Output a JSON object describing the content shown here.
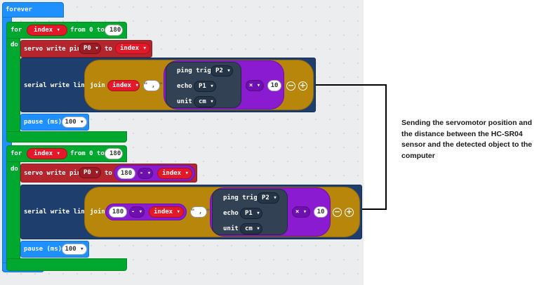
{
  "forever": {
    "label": "forever"
  },
  "loops": [
    {
      "for_label": "for",
      "var": "index",
      "from_label": "from 0 to",
      "to_value": "180",
      "do_label": "do",
      "servo": {
        "label": "servo write pin",
        "pin": "P0",
        "to_label": "to",
        "value_var": "index"
      },
      "serial": {
        "label": "serial write line",
        "join_label": "join",
        "first_var": "index",
        "separator": "\" , \"",
        "ping": {
          "trig_label": "ping trig",
          "trig_pin": "P2",
          "echo_label": "echo",
          "echo_pin": "P1",
          "unit_label": "unit",
          "unit_value": "cm"
        },
        "op": "×",
        "multiplier": "10",
        "minus": "−",
        "plus": "+"
      },
      "pause": {
        "label": "pause (ms)",
        "value": "100"
      }
    },
    {
      "for_label": "for",
      "var": "index",
      "from_label": "from 0 to",
      "to_value": "180",
      "do_label": "do",
      "servo": {
        "label": "servo write pin",
        "pin": "P0",
        "to_label": "to",
        "expr_left": "180",
        "expr_op": "-",
        "expr_var": "index"
      },
      "serial": {
        "label": "serial write line",
        "join_label": "join",
        "expr_left": "180",
        "expr_op": "-",
        "expr_var": "index",
        "separator": "\" , \"",
        "ping": {
          "trig_label": "ping trig",
          "trig_pin": "P2",
          "echo_label": "echo",
          "echo_pin": "P1",
          "unit_label": "unit",
          "unit_value": "cm"
        },
        "op": "×",
        "multiplier": "10",
        "minus": "−",
        "plus": "+"
      },
      "pause": {
        "label": "pause (ms)",
        "value": "100"
      }
    }
  ],
  "annotation": "Sending the servomotor position and the distance between the HC-SR04 sensor and the detected object to the computer",
  "colors": {
    "loops": "#1e90ff",
    "for": "#00a82d",
    "servo": "#b4252e",
    "serial": "#1e3e6e",
    "join": "#b8860b",
    "math": "#8a1bd1",
    "variable": "#e5182a"
  }
}
